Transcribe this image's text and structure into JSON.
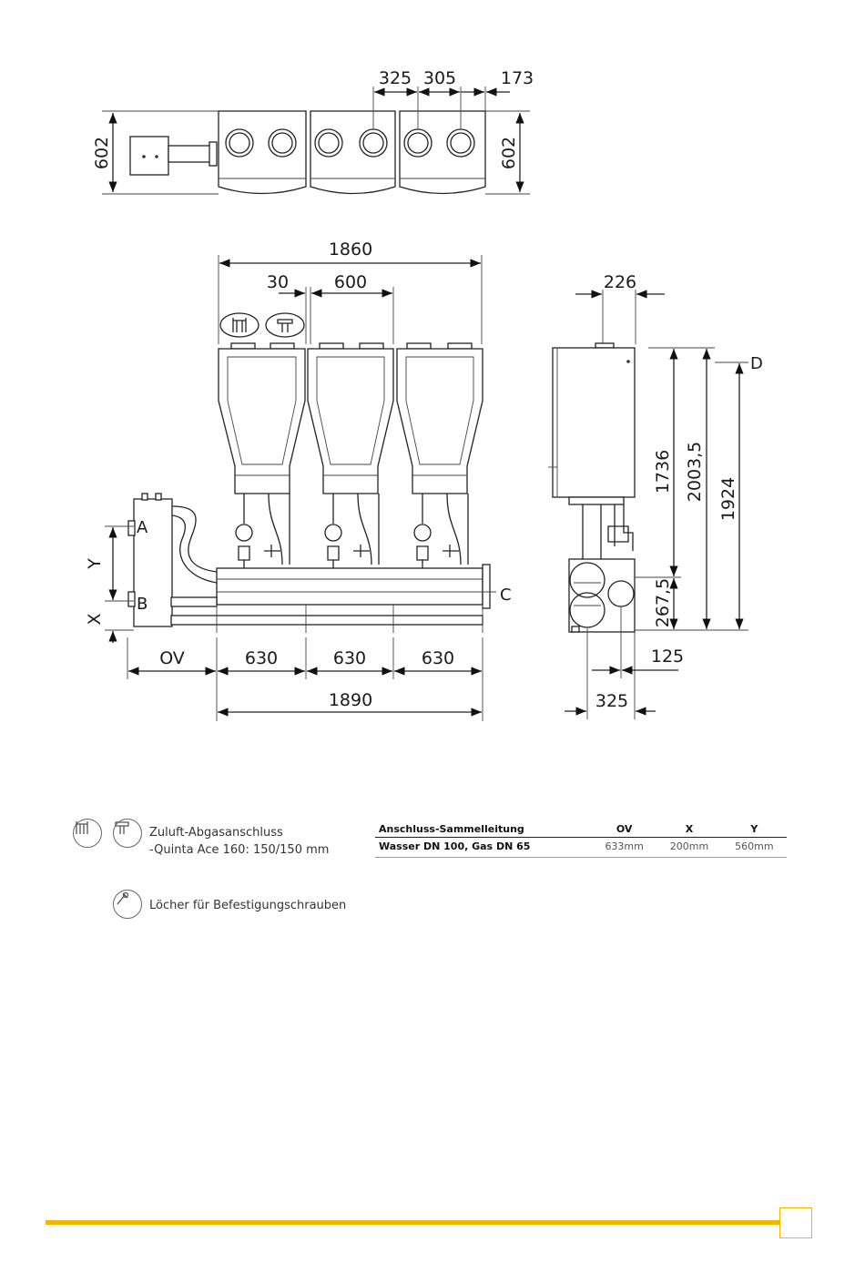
{
  "top_view": {
    "depth_left": "602",
    "depth_right": "602",
    "dim_a": "325",
    "dim_b": "305",
    "dim_c": "173"
  },
  "front_view": {
    "width_top": "1860",
    "dim_30": "30",
    "dim_600": "600",
    "label_A": "A",
    "label_B": "B",
    "label_C": "C",
    "label_Y": "Y",
    "label_X": "X",
    "seg_ov": "OV",
    "seg_1": "630",
    "seg_2": "630",
    "seg_3": "630",
    "width_bottom": "1890"
  },
  "side_view": {
    "dim_226": "226",
    "label_D": "D",
    "h_1736": "1736",
    "h_2003": "2003,5",
    "h_1924": "1924",
    "h_267": "267,5",
    "dim_125": "125",
    "dim_325": "325"
  },
  "legend": {
    "flue_label": "Zuluft-Abgasanschluss",
    "flue_sub": "-Quinta Ace 160: 150/150 mm",
    "screw_label": "Löcher für Befestigungschrauben"
  },
  "table": {
    "headers": [
      "Anschluss-Sammelleitung",
      "OV",
      "X",
      "Y"
    ],
    "row": [
      "Wasser DN 100, Gas DN 65",
      "633mm",
      "200mm",
      "560mm"
    ]
  },
  "colors": {
    "accent": "#f2b600"
  },
  "icons": [
    "flue-supply-icon",
    "flue-exhaust-icon",
    "screw-icon"
  ]
}
